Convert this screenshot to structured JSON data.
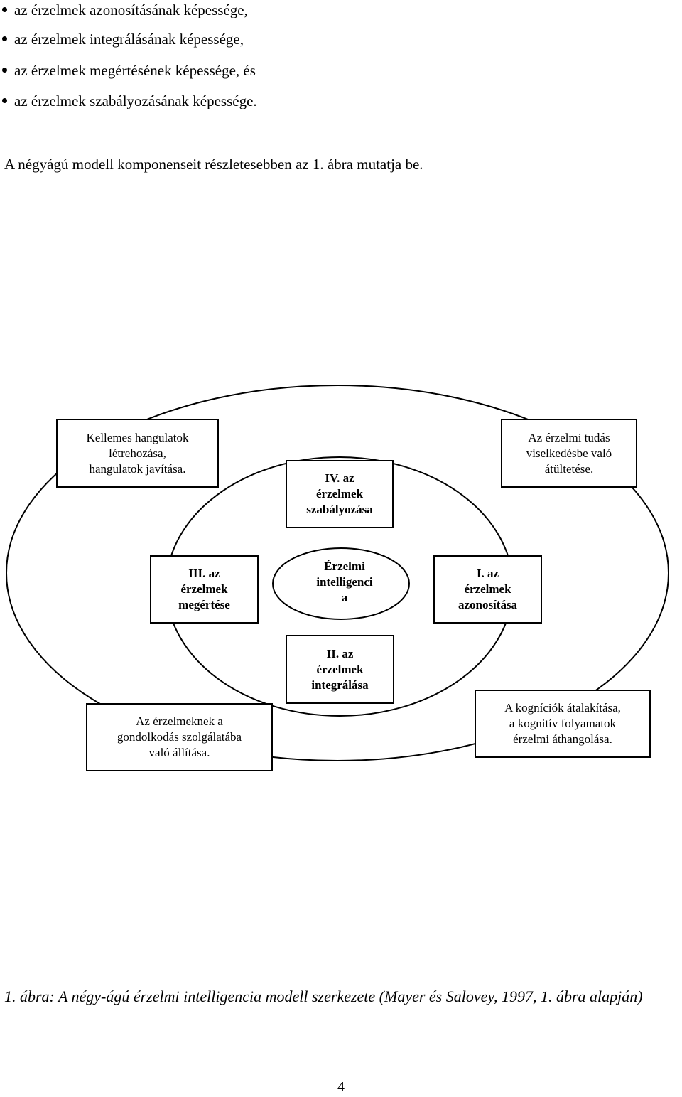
{
  "bullet_list": [
    "az érzelmek azonosításának képessége,",
    "az érzelmek integrálásának képessége,",
    "az érzelmek megértésének képessége, és",
    "az érzelmek szabályozásának képessége."
  ],
  "intro_paragraph": "A négyágú modell komponenseit részletesebben az 1. ábra mutatja be.",
  "diagram": {
    "center": [
      "Érzelmi",
      "intelligenci",
      "a"
    ],
    "branch_4": [
      "IV. az",
      "érzelmek",
      "szabályozása"
    ],
    "branch_3": [
      "III. az",
      "érzelmek",
      "megértése"
    ],
    "branch_1": [
      "I. az",
      "érzelmek",
      "azonosítása"
    ],
    "branch_2": [
      "II. az",
      "érzelmek",
      "integrálása"
    ],
    "desc_top_left": [
      "Kellemes hangulatok",
      "létrehozása,",
      "hangulatok javítása."
    ],
    "desc_top_right": [
      "Az érzelmi tudás",
      "viselkedésbe való",
      "átültetése."
    ],
    "desc_bottom_left": [
      "Az érzelmeknek a",
      "gondolkodás szolgálatába",
      "való állítása."
    ],
    "desc_bottom_right": [
      "A kogníciók átalakítása,",
      "a kognitív folyamatok",
      "érzelmi áthangolása."
    ]
  },
  "caption": "1. ábra: A négy-ágú érzelmi intelligencia modell szerkezete (Mayer és Salovey, 1997, 1. ábra alapján)",
  "page_number": "4"
}
